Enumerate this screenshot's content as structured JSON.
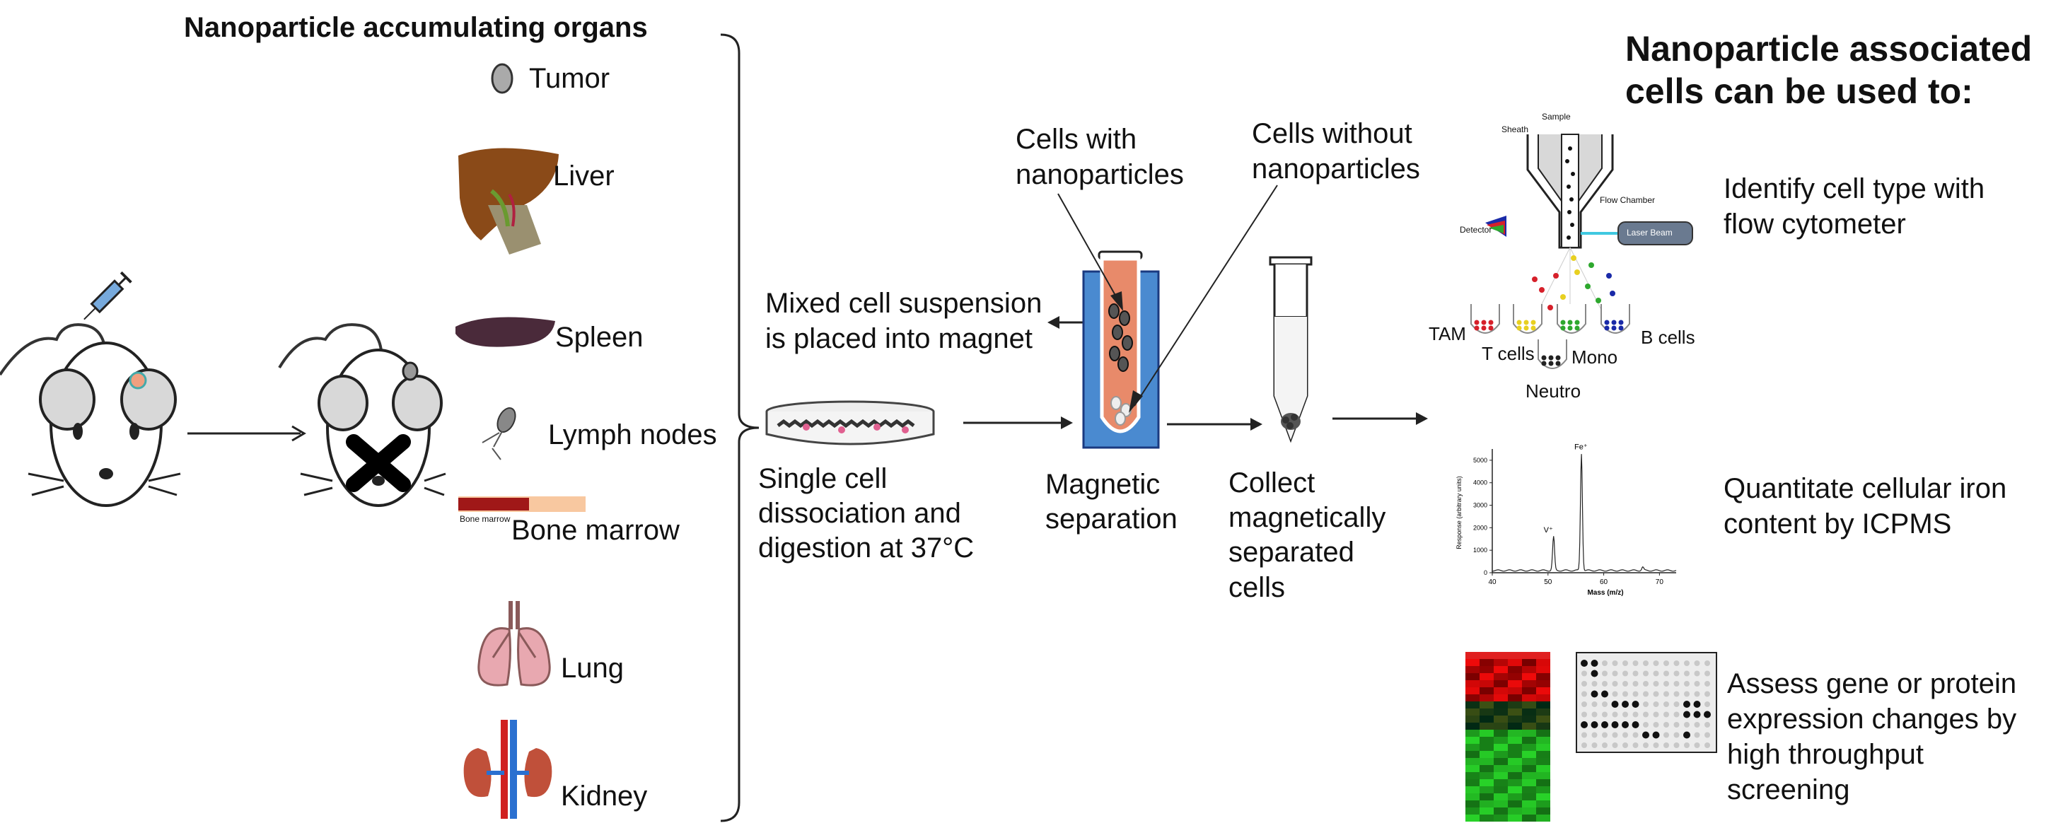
{
  "organs_panel": {
    "heading": "Nanoparticle accumulating organs",
    "organs": [
      "Tumor",
      "Liver",
      "Spleen",
      "Lymph nodes",
      "Bone marrow",
      "Lung",
      "Kidney"
    ],
    "bone_marrow_inset_label": "Bone marrow"
  },
  "process": {
    "dissociation": [
      "Single cell",
      "dissociation and",
      "digestion at 37°C"
    ],
    "suspension": [
      "Mixed cell suspension",
      "is placed into magnet"
    ],
    "cells_with": [
      "Cells with",
      "nanoparticles"
    ],
    "cells_without": [
      "Cells without",
      "nanoparticles"
    ],
    "separation": [
      "Magnetic",
      "separation"
    ],
    "collect": [
      "Collect",
      "magnetically",
      "separated",
      "cells"
    ]
  },
  "uses_panel": {
    "heading": [
      "Nanoparticle associated",
      "cells can be used to:"
    ],
    "flow_text": [
      "Identify cell type with",
      "flow cytometer"
    ],
    "icpms_text": [
      "Quantitate cellular iron",
      "content by ICPMS"
    ],
    "screening_text": [
      "Assess gene or protein",
      "expression changes by",
      "high throughput",
      "screening"
    ]
  },
  "flow_cytometer": {
    "sheath": "Sheath",
    "sample": "Sample",
    "flow_chamber": "Flow Chamber",
    "detector": "Detector",
    "laser": "Laser Beam",
    "tubes": [
      "TAM",
      "T cells",
      "Neutro",
      "Mono",
      "B cells"
    ],
    "tube_colors": [
      "#d6202a",
      "#e8d020",
      "#2ea82e",
      "#1a2aa8",
      "#222222"
    ]
  },
  "icpms_plot": {
    "xlabel": "Mass  (m/z)",
    "ylabel": "Response (arbitrary units)",
    "xticks": [
      "40",
      "50",
      "60",
      "70"
    ],
    "yticks": [
      "0",
      "1000",
      "2000",
      "3000",
      "4000",
      "5000"
    ],
    "peak_labels": [
      "V⁺",
      "Fe⁺"
    ],
    "peaks": [
      {
        "mass": 51,
        "response": 1600
      },
      {
        "mass": 56,
        "response": 5300
      },
      {
        "mass": 67,
        "response": 250
      }
    ],
    "xlim": [
      40,
      73
    ],
    "ylim": [
      0,
      5500
    ]
  }
}
